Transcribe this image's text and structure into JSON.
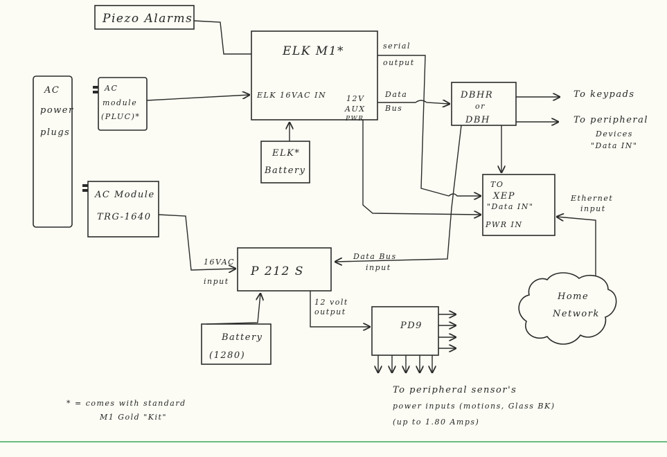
{
  "blocks": {
    "piezo": "Piezo Alarms",
    "elk_m1": "ELK M1*",
    "elk_16vac_in": "ELK 16VAC IN",
    "aux_12v": "12V",
    "aux_aux": "AUX",
    "aux_pwr": "PWR",
    "serial_1": "serial",
    "serial_2": "output",
    "databus_1": "Data",
    "databus_2": "Bus",
    "ac_plugs_1": "AC",
    "ac_plugs_2": "power",
    "ac_plugs_3": "plugs",
    "acmod1_1": "AC",
    "acmod1_2": "module",
    "acmod1_3": "(PLUC)*",
    "elk_batt_1": "ELK*",
    "elk_batt_2": "Battery",
    "dbhr_1": "DBHR",
    "dbhr_2": "or",
    "dbhr_3": "DBH",
    "to_keypads": "To keypads",
    "to_periph_1": "To peripheral",
    "to_periph_2": "Devices",
    "to_periph_3": "\"Data IN\"",
    "xep_1": "TO",
    "xep_2": "XEP",
    "xep_3": "\"Data IN\"",
    "xep_4": "PWR IN",
    "ethernet_1": "Ethernet",
    "ethernet_2": "input",
    "acmod2_1": "AC Module",
    "acmod2_2": "TRG-1640",
    "p212s": "P 212 S",
    "vac16_1": "16VAC",
    "vac16_2": "input",
    "databus_input_1": "Data Bus",
    "databus_input_2": "input",
    "v12out_1": "12 volt",
    "v12out_2": "output",
    "battery_1": "Battery",
    "battery_2": "(1280)",
    "pd9": "PD9",
    "home_network_1": "Home",
    "home_network_2": "Network",
    "sensors_1": "To peripheral sensor's",
    "sensors_2": "power inputs (motions, Glass BK)",
    "sensors_3": "(up to 1.80 Amps)",
    "legend_1": "* = comes with standard",
    "legend_2": "M1 Gold \"Kit\""
  }
}
